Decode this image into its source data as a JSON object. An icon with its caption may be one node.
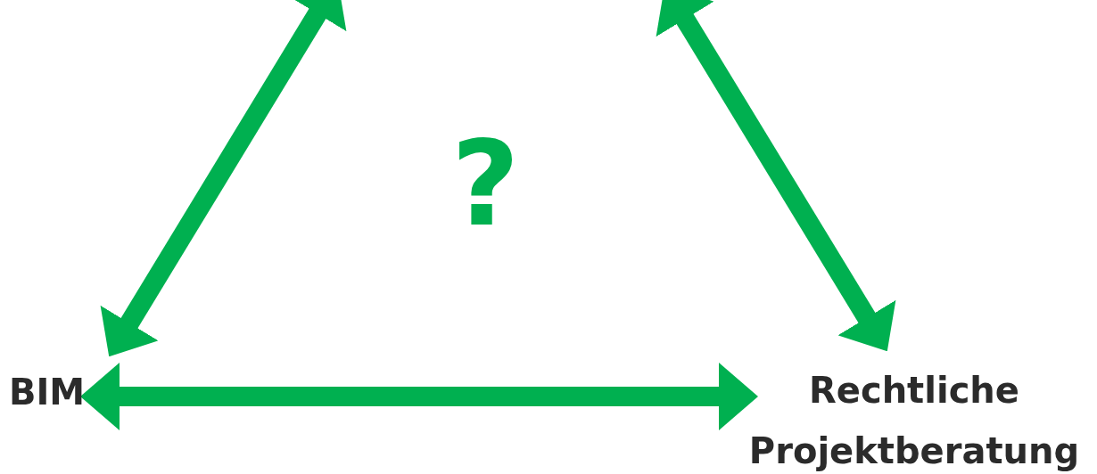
{
  "diagram": {
    "nodes": [
      {
        "text": [
          "BIM"
        ]
      },
      {
        "text": [
          "Rechtliche Projektberatung"
        ]
      }
    ],
    "edges": [
      {
        "from": null,
        "to": 0,
        "arrow": "both"
      },
      {
        "from": null,
        "to": 1,
        "arrow": "both"
      },
      {
        "from": 0,
        "to": 1,
        "arrow": "both"
      }
    ],
    "labels": [
      "?"
    ]
  }
}
